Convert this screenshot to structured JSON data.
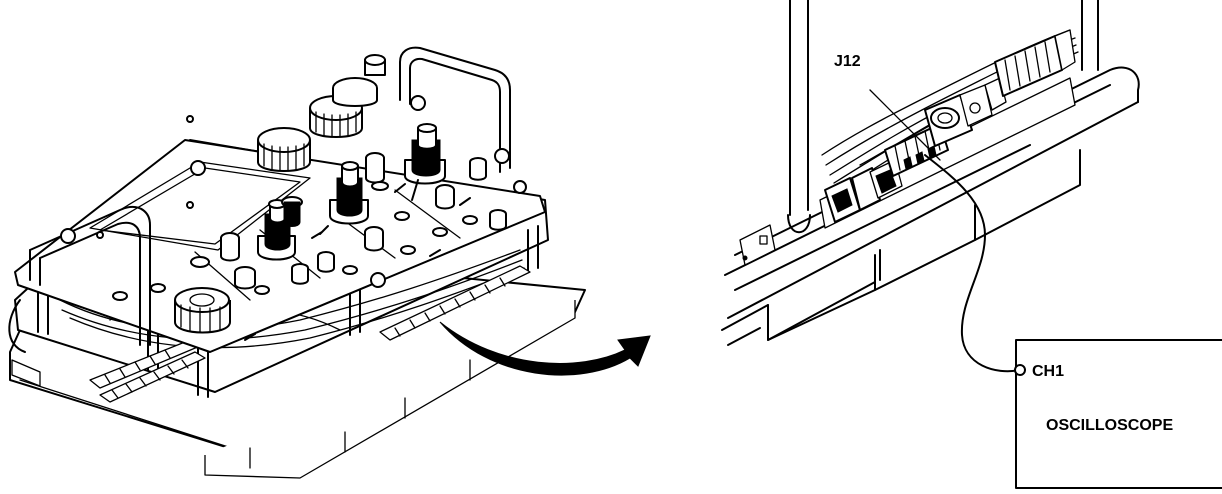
{
  "labels": {
    "connector": "J12",
    "channel": "CH1",
    "instrument": "OSCILLOSCOPE"
  }
}
